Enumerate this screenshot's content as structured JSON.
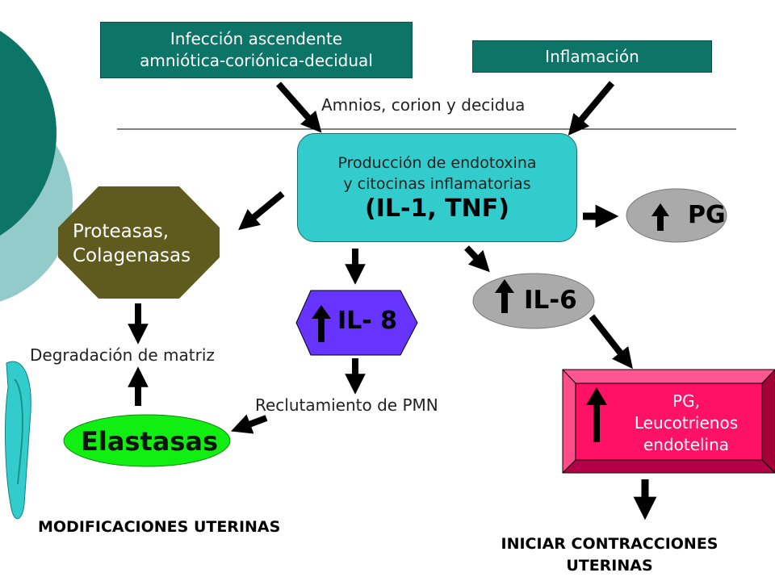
{
  "nodes": {
    "infeccion": "Infección ascendente\namniótica-coriónica-decidual",
    "inflamacion": "Inflamación",
    "amnios": "Amnios, corion y  decidua",
    "produccion_text": "Producción de endotoxina\ny citocinas inflamatorias",
    "produccion_bold": "(IL-1, TNF)",
    "proteasas": "Proteasas,\nColagenasas",
    "pg": "PG",
    "il6": "IL-6",
    "il8": "IL- 8",
    "degradacion": "Degradación de matriz",
    "reclutamiento": "Reclutamiento de PMN",
    "elastasas": "Elastasas",
    "pg_leuco": "PG,\nLeucotrienos\nendotelina",
    "modificaciones": "MODIFICACIONES UTERINAS",
    "iniciar": "INICIAR CONTRACCIONES\nUTERINAS"
  },
  "colors": {
    "teal_dark": "#0d7468",
    "cyan_box": "#33cccc",
    "olive": "#5f5a1e",
    "lavender": "#6633ff",
    "gray": "#aaaaaa",
    "green": "#11ee11",
    "pink": "#ff1166",
    "light_teal": "#93cbcb",
    "cyan_bracket": "#33cccc"
  },
  "icons": [
    "up-arrow-icon",
    "down-arrow-icon",
    "diagonal-arrow-icon"
  ]
}
